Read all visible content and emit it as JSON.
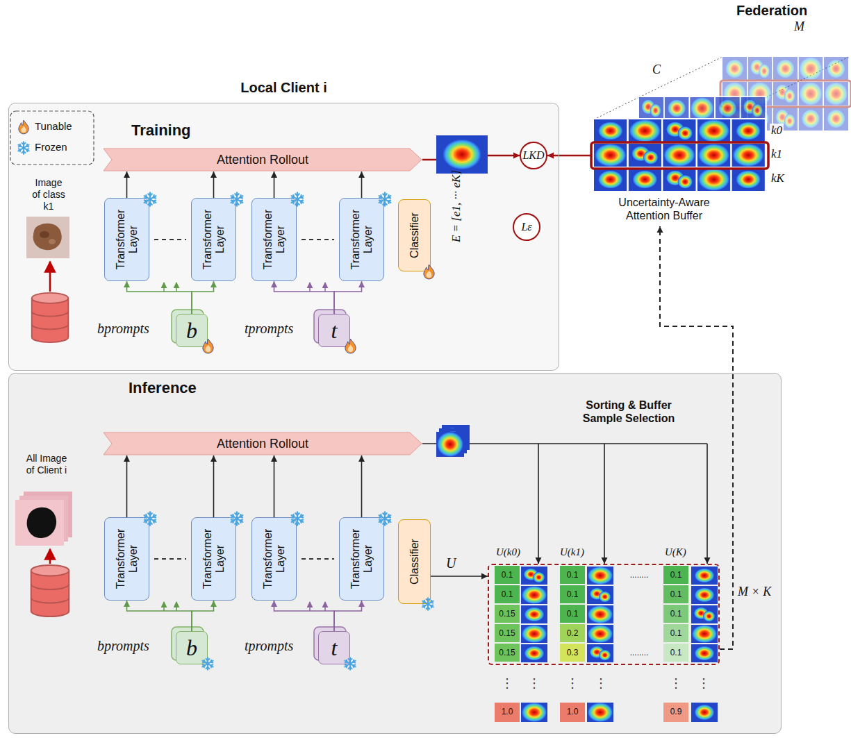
{
  "diagram": {
    "title": "Federation",
    "nodes": [
      {
        "text": [
          "Local Client i",
          "Training"
        ]
      },
      {
        "text": [
          "Attention Rollout"
        ],
        "in": 0
      },
      {
        "text": [
          "Transformer Layer"
        ],
        "in": 0
      },
      {
        "text": [
          "Transformer Layer"
        ],
        "in": 0
      },
      {
        "text": [
          "Transformer Layer"
        ],
        "in": 0
      },
      {
        "text": [
          "Transformer Layer"
        ],
        "in": 0
      },
      {
        "text": [
          "Classifier"
        ],
        "in": 0
      },
      {
        "text": [
          "b"
        ],
        "in": 0
      },
      {
        "text": [
          "t"
        ],
        "in": 0
      },
      {
        "text": [
          "Image of class k1"
        ],
        "in": 0
      },
      {
        "text": [
          "LKD"
        ],
        "in": 0
      },
      {
        "text": [
          "Lε"
        ],
        "in": 0
      },
      {
        "text": [
          "Uncertainty-Aware Attention Buffer"
        ]
      },
      {
        "text": [
          "Inference"
        ]
      },
      {
        "text": [
          "Attention Rollout"
        ],
        "in": 13
      },
      {
        "text": [
          "Transformer Layer"
        ],
        "in": 13
      },
      {
        "text": [
          "Transformer Layer"
        ],
        "in": 13
      },
      {
        "text": [
          "Transformer Layer"
        ],
        "in": 13
      },
      {
        "text": [
          "Transformer Layer"
        ],
        "in": 13
      },
      {
        "text": [
          "Classifier"
        ],
        "in": 13
      },
      {
        "text": [
          "b"
        ],
        "in": 13
      },
      {
        "text": [
          "t"
        ],
        "in": 13
      },
      {
        "text": [
          "All Image of Client i"
        ],
        "in": 13
      },
      {
        "text": [
          "M × K"
        ],
        "in": 13
      }
    ],
    "edges": [
      {
        "from": 2,
        "to": 1,
        "arrow": "to"
      },
      {
        "from": 3,
        "to": 1,
        "arrow": "to"
      },
      {
        "from": 4,
        "to": 1,
        "arrow": "to"
      },
      {
        "from": 5,
        "to": 1,
        "arrow": "to"
      },
      {
        "from": 7,
        "to": 2,
        "arrow": "to"
      },
      {
        "from": 7,
        "to": 3,
        "arrow": "to"
      },
      {
        "from": 8,
        "to": 4,
        "arrow": "to"
      },
      {
        "from": 8,
        "to": 5,
        "arrow": "to"
      },
      {
        "from": 1,
        "to": 10,
        "arrow": "to"
      },
      {
        "from": 12,
        "to": 10,
        "arrow": "to"
      },
      {
        "from": 15,
        "to": 14,
        "arrow": "to"
      },
      {
        "from": 16,
        "to": 14,
        "arrow": "to"
      },
      {
        "from": 17,
        "to": 14,
        "arrow": "to"
      },
      {
        "from": 18,
        "to": 14,
        "arrow": "to"
      },
      {
        "from": 20,
        "to": 15,
        "arrow": "to"
      },
      {
        "from": 20,
        "to": 16,
        "arrow": "to"
      },
      {
        "from": 21,
        "to": 17,
        "arrow": "to"
      },
      {
        "from": 21,
        "to": 18,
        "arrow": "to"
      },
      {
        "from": 14,
        "to": 23,
        "label": "Sorting & Buffer Sample Selection",
        "arrow": "to"
      },
      {
        "from": 19,
        "to": 23,
        "label": "U",
        "arrow": "to"
      },
      {
        "from": 23,
        "to": 12,
        "arrow": "to"
      }
    ],
    "labels": [
      "M",
      "C",
      "k0",
      "k1",
      "kK",
      "bprompts",
      "tprompts",
      "E = [e1, ··· eK]",
      "bprompts",
      "tprompts",
      "U(k0)",
      "U(k1)",
      "U(K)",
      "0.1",
      "0.1",
      "........",
      "0.1",
      "0.1",
      "0.1",
      "0.1",
      "0.15",
      "0.1",
      "0.1",
      "0.15",
      "0.2",
      "0.1",
      "0.15",
      "0.3",
      "........",
      "0.1",
      "⋮",
      "⋮",
      "⋮",
      "⋮",
      "⋮",
      "⋮",
      "1.0",
      "1.0",
      "0.9"
    ],
    "legend": [
      {
        "text": "Tunable"
      },
      {
        "text": "Frozen"
      }
    ]
  }
}
